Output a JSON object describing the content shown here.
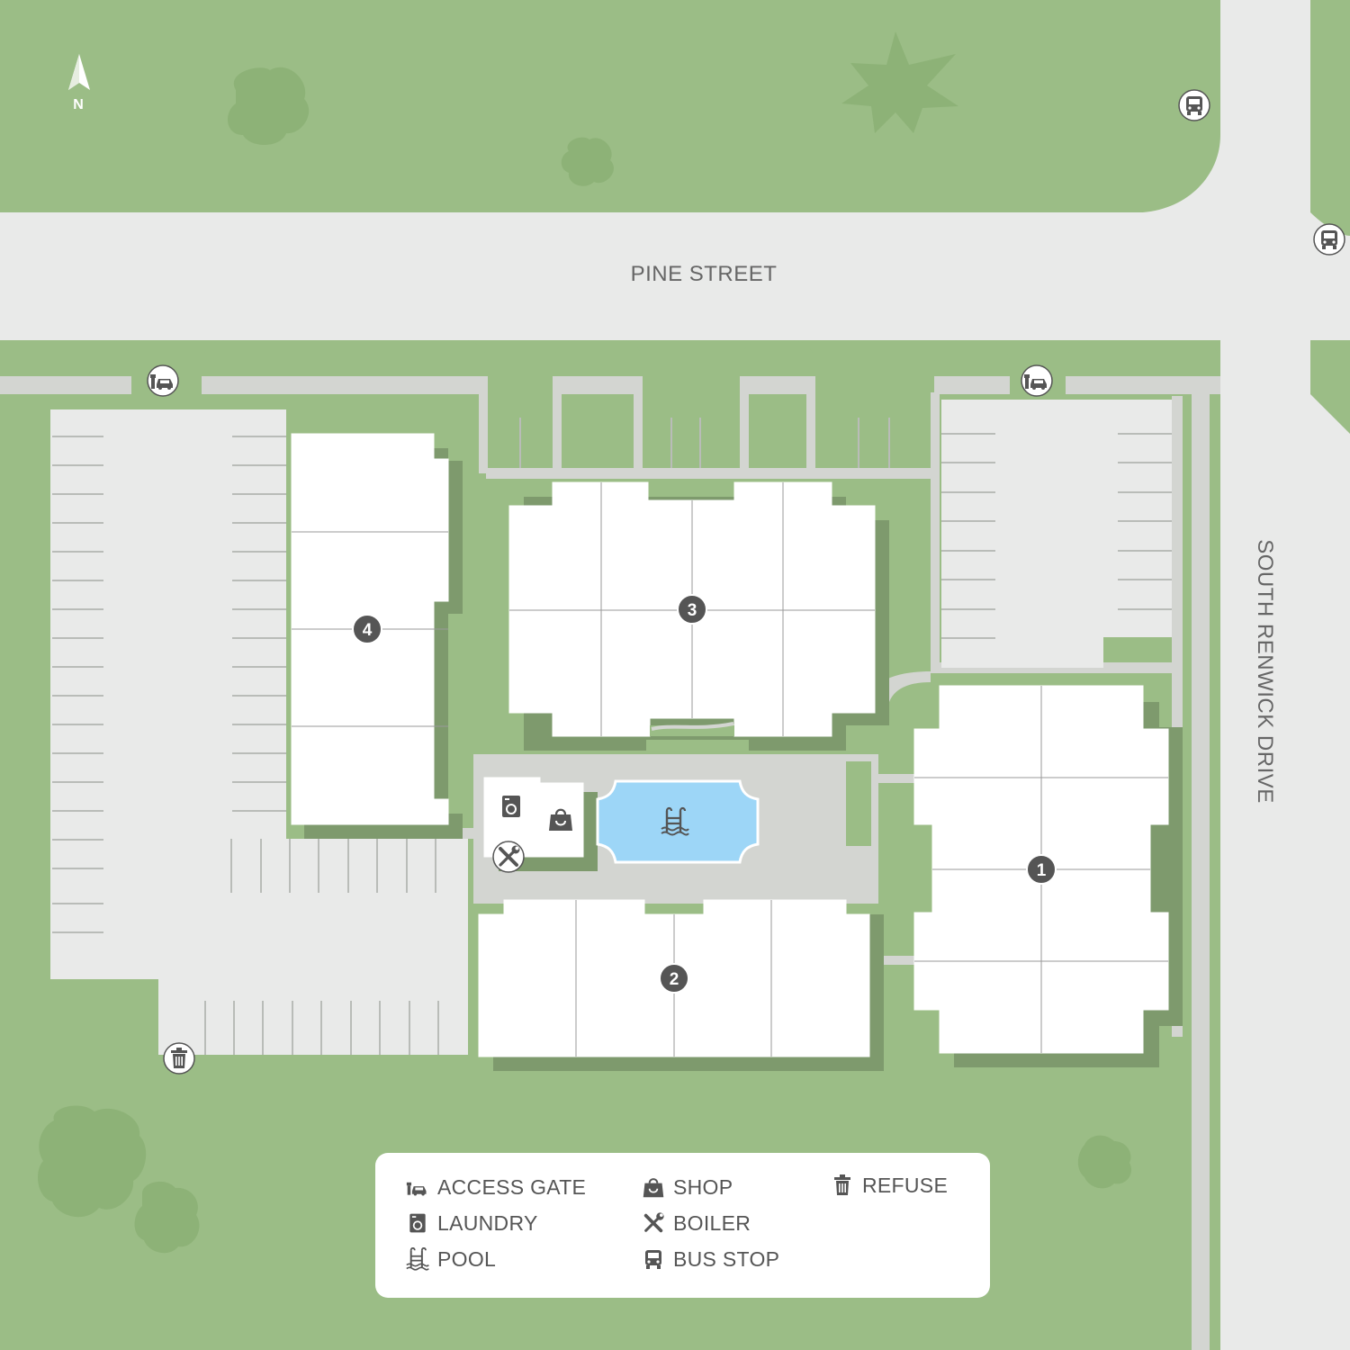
{
  "map": {
    "streets": [
      "PINE STREET",
      "SOUTH RENWICK DRIVE"
    ],
    "north_label": "N",
    "buildings": [
      {
        "label": "1"
      },
      {
        "label": "2"
      },
      {
        "label": "3"
      },
      {
        "label": "4"
      }
    ],
    "markers": [
      "bus-stop",
      "bus-stop",
      "access-gate",
      "access-gate",
      "refuse",
      "laundry",
      "shop",
      "boiler",
      "pool"
    ]
  },
  "legend": {
    "items": [
      {
        "icon": "access-gate-icon",
        "label": "ACCESS GATE"
      },
      {
        "icon": "laundry-icon",
        "label": "LAUNDRY"
      },
      {
        "icon": "pool-icon",
        "label": "POOL"
      },
      {
        "icon": "shop-icon",
        "label": "SHOP"
      },
      {
        "icon": "boiler-icon",
        "label": "BOILER"
      },
      {
        "icon": "bus-stop-icon",
        "label": "BUS STOP"
      },
      {
        "icon": "refuse-icon",
        "label": "REFUSE"
      }
    ]
  },
  "colors": {
    "grass": "#9bbd86",
    "road": "#e9eae9",
    "sidewalk": "#d3d5d1",
    "building": "#ffffff",
    "shadow": "#7e9a6d",
    "pool": "#9dd6f7",
    "marker_dark": "#555555",
    "tree": "#8db277"
  }
}
